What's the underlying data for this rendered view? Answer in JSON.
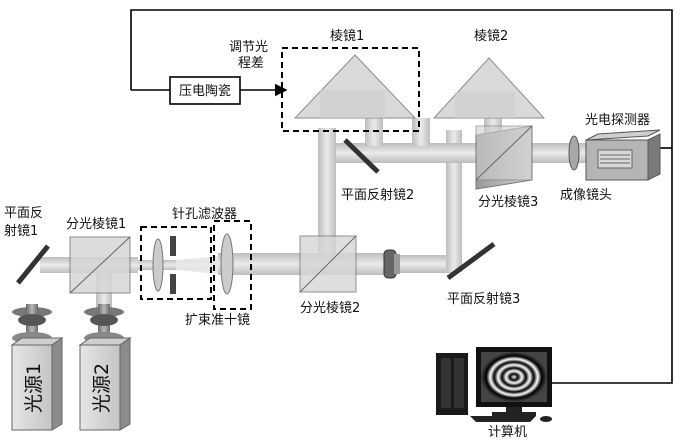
{
  "labels": {
    "piezo": "压电陶瓷",
    "adjust_line1": "调节光",
    "adjust_line2": "程差",
    "prism1": "棱镜1",
    "prism2": "棱镜2",
    "detector": "光电探测器",
    "imaging_lens": "成像镜头",
    "mirror1_line1": "平面反",
    "mirror1_line2": "射镜1",
    "splitter1": "分光棱镜1",
    "pinhole_filter": "针孔滤波器",
    "mirror2": "平面反射镜2",
    "splitter3": "分光棱镜3",
    "beam_expander": "扩束准十镜",
    "splitter2": "分光棱镜2",
    "mirror3": "平面反射镜3",
    "computer": "计算机",
    "source1": "光源1",
    "source2": "光源2"
  }
}
